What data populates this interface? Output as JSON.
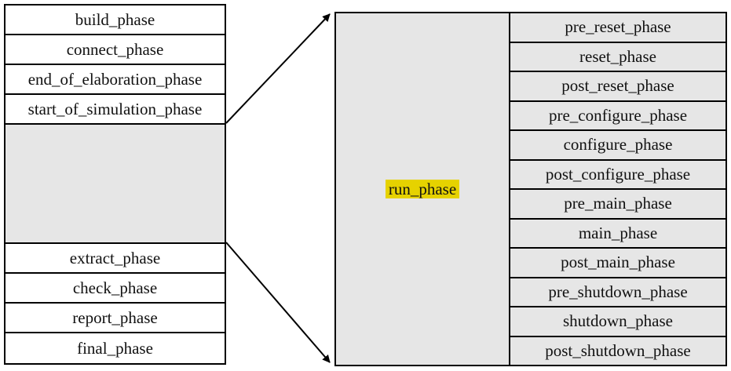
{
  "left_phases_top": [
    "build_phase",
    "connect_phase",
    "end_of_elaboration_phase",
    "start_of_simulation_phase"
  ],
  "left_phases_bottom": [
    "extract_phase",
    "check_phase",
    "report_phase",
    "final_phase"
  ],
  "run_phase": {
    "label": "run_phase",
    "highlight_color": "#e6d200"
  },
  "run_sub_phases": [
    "pre_reset_phase",
    "reset_phase",
    "post_reset_phase",
    "pre_configure_phase",
    "configure_phase",
    "post_configure_phase",
    "pre_main_phase",
    "main_phase",
    "post_main_phase",
    "pre_shutdown_phase",
    "shutdown_phase",
    "post_shutdown_phase"
  ]
}
